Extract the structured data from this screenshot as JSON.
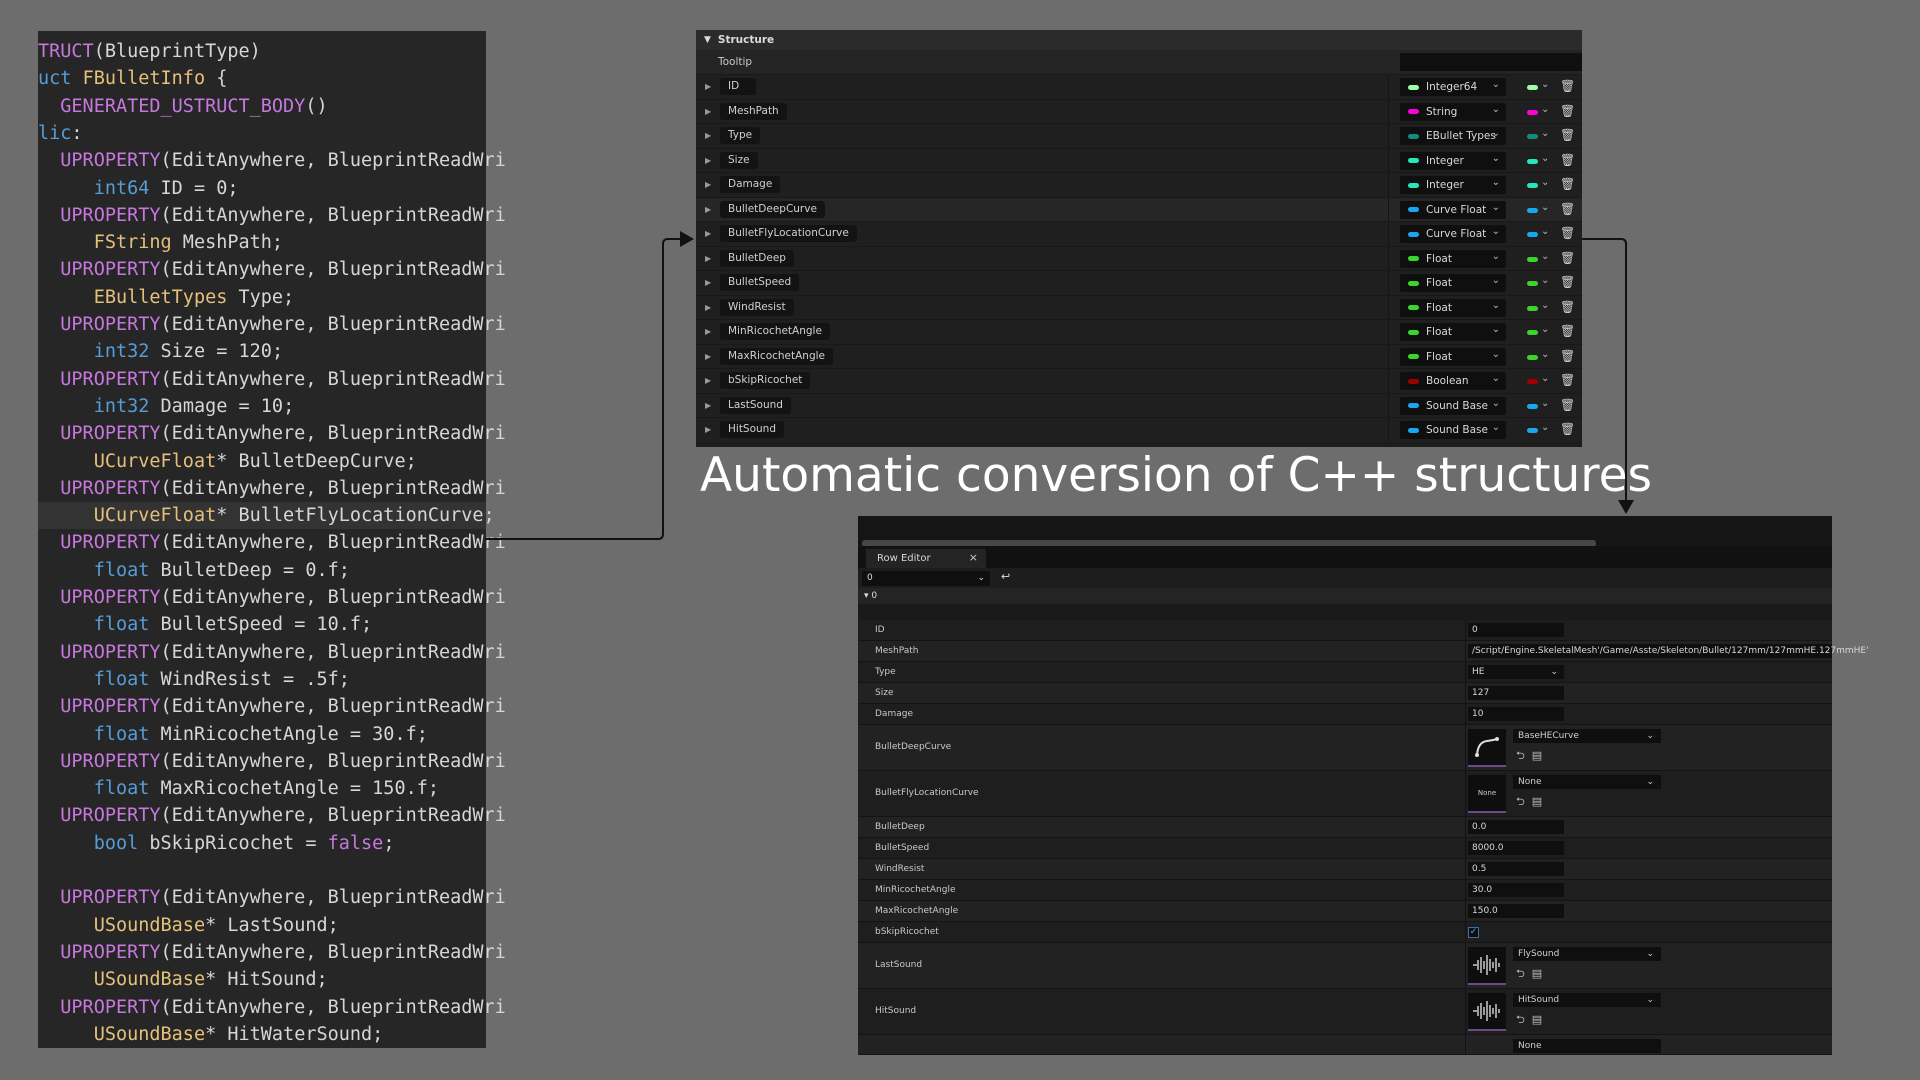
{
  "code": {
    "lines": [
      [
        [
          "kw-macro",
          "TRUCT"
        ],
        [
          "",
          "(BlueprintType)"
        ]
      ],
      [
        [
          "kw-type",
          "uct "
        ],
        [
          "kw-cls",
          "FBulletInfo"
        ],
        [
          "",
          " {"
        ]
      ],
      [
        [
          "kw-macro",
          "  GENERATED_USTRUCT_BODY"
        ],
        [
          "",
          "()"
        ]
      ],
      [
        [
          "kw-type",
          "lic"
        ],
        [
          "",
          ":"
        ]
      ],
      [
        [
          "kw-macro",
          "  UPROPERTY"
        ],
        [
          "",
          "(EditAnywhere, BlueprintReadWri"
        ]
      ],
      [
        [
          "",
          "     "
        ],
        [
          "kw-type",
          "int64"
        ],
        [
          "",
          " ID = "
        ],
        [
          "kw-num",
          "0"
        ],
        [
          "",
          ";"
        ]
      ],
      [
        [
          "kw-macro",
          "  UPROPERTY"
        ],
        [
          "",
          "(EditAnywhere, BlueprintReadWri"
        ]
      ],
      [
        [
          "",
          "     "
        ],
        [
          "kw-cls",
          "FString"
        ],
        [
          "",
          " MeshPath;"
        ]
      ],
      [
        [
          "kw-macro",
          "  UPROPERTY"
        ],
        [
          "",
          "(EditAnywhere, BlueprintReadWri"
        ]
      ],
      [
        [
          "",
          "     "
        ],
        [
          "kw-cls",
          "EBulletTypes"
        ],
        [
          "",
          " Type;"
        ]
      ],
      [
        [
          "kw-macro",
          "  UPROPERTY"
        ],
        [
          "",
          "(EditAnywhere, BlueprintReadWri"
        ]
      ],
      [
        [
          "",
          "     "
        ],
        [
          "kw-type",
          "int32"
        ],
        [
          "",
          " Size = "
        ],
        [
          "kw-num",
          "120"
        ],
        [
          "",
          ";"
        ]
      ],
      [
        [
          "kw-macro",
          "  UPROPERTY"
        ],
        [
          "",
          "(EditAnywhere, BlueprintReadWri"
        ]
      ],
      [
        [
          "",
          "     "
        ],
        [
          "kw-type",
          "int32"
        ],
        [
          "",
          " Damage = "
        ],
        [
          "kw-num",
          "10"
        ],
        [
          "",
          ";"
        ]
      ],
      [
        [
          "kw-macro",
          "  UPROPERTY"
        ],
        [
          "",
          "(EditAnywhere, BlueprintReadWri"
        ]
      ],
      [
        [
          "",
          "     "
        ],
        [
          "kw-cls",
          "UCurveFloat"
        ],
        [
          "",
          "* BulletDeepCurve;"
        ]
      ],
      [
        [
          "kw-macro",
          "  UPROPERTY"
        ],
        [
          "",
          "(EditAnywhere, BlueprintReadWri"
        ]
      ],
      [
        [
          "",
          "     "
        ],
        [
          "kw-cls",
          "UCurveFloat"
        ],
        [
          "",
          "* BulletFlyLocationCurve;"
        ]
      ],
      [
        [
          "kw-macro",
          "  UPROPERTY"
        ],
        [
          "",
          "(EditAnywhere, BlueprintReadWri"
        ]
      ],
      [
        [
          "",
          "     "
        ],
        [
          "kw-type",
          "float"
        ],
        [
          "",
          " BulletDeep = "
        ],
        [
          "kw-num",
          "0.f"
        ],
        [
          "",
          ";"
        ]
      ],
      [
        [
          "kw-macro",
          "  UPROPERTY"
        ],
        [
          "",
          "(EditAnywhere, BlueprintReadWri"
        ]
      ],
      [
        [
          "",
          "     "
        ],
        [
          "kw-type",
          "float"
        ],
        [
          "",
          " BulletSpeed = "
        ],
        [
          "kw-num",
          "10.f"
        ],
        [
          "",
          ";"
        ]
      ],
      [
        [
          "kw-macro",
          "  UPROPERTY"
        ],
        [
          "",
          "(EditAnywhere, BlueprintReadWri"
        ]
      ],
      [
        [
          "",
          "     "
        ],
        [
          "kw-type",
          "float"
        ],
        [
          "",
          " WindResist = "
        ],
        [
          "kw-num",
          ".5f"
        ],
        [
          "",
          ";"
        ]
      ],
      [
        [
          "kw-macro",
          "  UPROPERTY"
        ],
        [
          "",
          "(EditAnywhere, BlueprintReadWri"
        ]
      ],
      [
        [
          "",
          "     "
        ],
        [
          "kw-type",
          "float"
        ],
        [
          "",
          " MinRicochetAngle = "
        ],
        [
          "kw-num",
          "30.f"
        ],
        [
          "",
          ";"
        ]
      ],
      [
        [
          "kw-macro",
          "  UPROPERTY"
        ],
        [
          "",
          "(EditAnywhere, BlueprintReadWri"
        ]
      ],
      [
        [
          "",
          "     "
        ],
        [
          "kw-type",
          "float"
        ],
        [
          "",
          " MaxRicochetAngle = "
        ],
        [
          "kw-num",
          "150.f"
        ],
        [
          "",
          ";"
        ]
      ],
      [
        [
          "kw-macro",
          "  UPROPERTY"
        ],
        [
          "",
          "(EditAnywhere, BlueprintReadWri"
        ]
      ],
      [
        [
          "",
          "     "
        ],
        [
          "kw-type",
          "bool"
        ],
        [
          "",
          " bSkipRicochet = "
        ],
        [
          "kw-bool",
          "false"
        ],
        [
          "",
          ";"
        ]
      ],
      [],
      [
        [
          "kw-macro",
          "  UPROPERTY"
        ],
        [
          "",
          "(EditAnywhere, BlueprintReadWri"
        ]
      ],
      [
        [
          "",
          "     "
        ],
        [
          "kw-cls",
          "USoundBase"
        ],
        [
          "",
          "* LastSound;"
        ]
      ],
      [
        [
          "kw-macro",
          "  UPROPERTY"
        ],
        [
          "",
          "(EditAnywhere, BlueprintReadWri"
        ]
      ],
      [
        [
          "",
          "     "
        ],
        [
          "kw-cls",
          "USoundBase"
        ],
        [
          "",
          "* HitSound;"
        ]
      ],
      [
        [
          "kw-macro",
          "  UPROPERTY"
        ],
        [
          "",
          "(EditAnywhere, BlueprintReadWri"
        ]
      ],
      [
        [
          "",
          "     "
        ],
        [
          "kw-cls",
          "USoundBase"
        ],
        [
          "",
          "* HitWaterSound;"
        ]
      ]
    ],
    "highlight_line": 17
  },
  "structure": {
    "title": "Structure",
    "tooltip_label": "Tooltip",
    "fields": [
      {
        "name": "ID",
        "type": "Integer64",
        "color": "#9dfca4"
      },
      {
        "name": "MeshPath",
        "type": "String",
        "color": "#fb02d6"
      },
      {
        "name": "Type",
        "type": "EBullet Types",
        "color": "#118b7e"
      },
      {
        "name": "Size",
        "type": "Integer",
        "color": "#27e6b9"
      },
      {
        "name": "Damage",
        "type": "Integer",
        "color": "#27e6b9"
      },
      {
        "name": "BulletDeepCurve",
        "type": "Curve Float",
        "color": "#19a6f0"
      },
      {
        "name": "BulletFlyLocationCurve",
        "type": "Curve Float",
        "color": "#19a6f0"
      },
      {
        "name": "BulletDeep",
        "type": "Float",
        "color": "#39d52b"
      },
      {
        "name": "BulletSpeed",
        "type": "Float",
        "color": "#39d52b"
      },
      {
        "name": "WindResist",
        "type": "Float",
        "color": "#39d52b"
      },
      {
        "name": "MinRicochetAngle",
        "type": "Float",
        "color": "#39d52b"
      },
      {
        "name": "MaxRicochetAngle",
        "type": "Float",
        "color": "#39d52b"
      },
      {
        "name": "bSkipRicochet",
        "type": "Boolean",
        "color": "#a00000"
      },
      {
        "name": "LastSound",
        "type": "Sound Base",
        "color": "#19a6f0"
      },
      {
        "name": "HitSound",
        "type": "Sound Base",
        "color": "#19a6f0"
      }
    ],
    "selected_index": 5,
    "chevron": "⌄",
    "trash_icon": "🗑"
  },
  "caption": "Automatic conversion of C++ structures",
  "row_editor": {
    "tab_label": "Row Editor",
    "tab_close": "×",
    "row_selector": "0",
    "group_label": "0",
    "properties": {
      "id": {
        "label": "ID",
        "value": "0"
      },
      "meshpath": {
        "label": "MeshPath",
        "value": "/Script/Engine.SkeletalMesh'/Game/Asste/Skeleton/Bullet/127mm/127mmHE.127mmHE'"
      },
      "type": {
        "label": "Type",
        "value": "HE"
      },
      "size": {
        "label": "Size",
        "value": "127"
      },
      "damage": {
        "label": "Damage",
        "value": "10"
      },
      "bulletdeepcurve": {
        "label": "BulletDeepCurve",
        "asset": "BaseHECurve"
      },
      "bulletflylocationcurve": {
        "label": "BulletFlyLocationCurve",
        "asset": "None",
        "thumb": "None"
      },
      "bulletdeep": {
        "label": "BulletDeep",
        "value": "0.0"
      },
      "bulletspeed": {
        "label": "BulletSpeed",
        "value": "8000.0"
      },
      "windresist": {
        "label": "WindResist",
        "value": "0.5"
      },
      "minricochetangle": {
        "label": "MinRicochetAngle",
        "value": "30.0"
      },
      "maxricochetangle": {
        "label": "MaxRicochetAngle",
        "value": "150.0"
      },
      "bskipricochet": {
        "label": "bSkipRicochet",
        "checked": true
      },
      "lastsound": {
        "label": "LastSound",
        "asset": "FlySound"
      },
      "hitsound": {
        "label": "HitSound",
        "asset": "HitSound"
      },
      "next_asset": "None"
    }
  }
}
